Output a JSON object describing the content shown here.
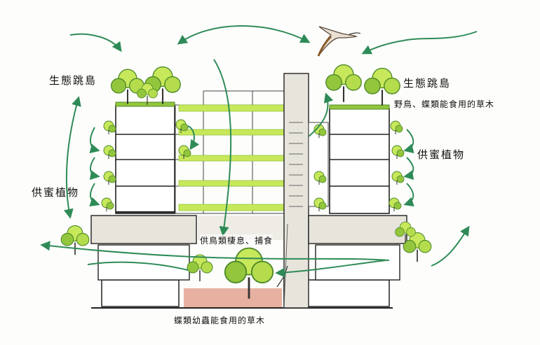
{
  "labels": {
    "eco_island_left": "生態跳島",
    "eco_island_right": "生態跳島",
    "bird_butterfly_food": "野鳥、蝶類能食用的草木",
    "nectar_left": "供蜜植物",
    "nectar_right": "供蜜植物",
    "bird_habitat": "供鳥類棲息、捕食",
    "larva_food": "蝶類幼蟲能食用的草木"
  },
  "colors": {
    "arrow_green": "#2e8b57",
    "foliage_light": "#c7e85a",
    "foliage_mid": "#93c63c",
    "foliage_dark": "#4f8a2a",
    "soil_red": "#e4a290",
    "concrete": "#e7e4dc",
    "ink": "#222222"
  },
  "icons": [
    "bird-icon",
    "tree-icon",
    "arrow-icon"
  ]
}
